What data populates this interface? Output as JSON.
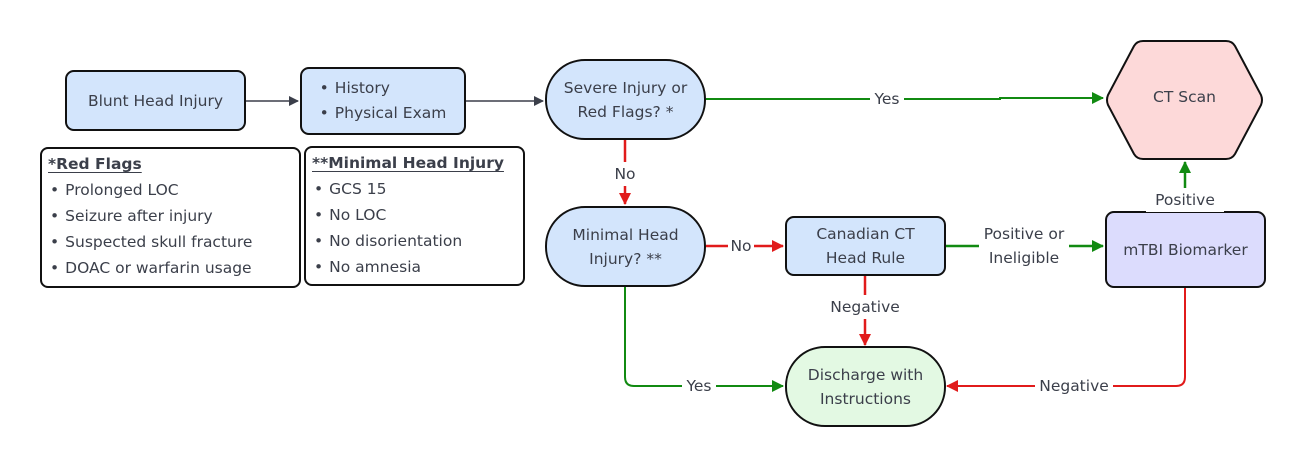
{
  "diagram": {
    "nodes": {
      "blunt_head_injury": {
        "label": "Blunt Head Injury"
      },
      "assessment": {
        "items": [
          "History",
          "Physical Exam"
        ]
      },
      "severe_injury": {
        "line1": "Severe Injury or",
        "line2": "Red Flags? *"
      },
      "ct_scan": {
        "label": "CT Scan"
      },
      "minimal_head_injury_q": {
        "line1": "Minimal Head",
        "line2": "Injury? **"
      },
      "canadian_ct": {
        "line1": "Canadian CT",
        "line2": "Head Rule"
      },
      "mtbi_biomarker": {
        "label": "mTBI Biomarker"
      },
      "discharge": {
        "line1": "Discharge with",
        "line2": "Instructions"
      }
    },
    "notes": {
      "red_flags": {
        "title": "*Red Flags",
        "items": [
          "Prolonged LOC",
          "Seizure after injury",
          "Suspected skull fracture",
          "DOAC or warfarin usage"
        ]
      },
      "minimal_head_injury": {
        "title": "**Minimal Head Injury",
        "items": [
          "GCS 15",
          "No LOC",
          "No disorientation",
          "No amnesia"
        ]
      }
    },
    "edge_labels": {
      "severe_yes": "Yes",
      "severe_no": "No",
      "minimal_no": "No",
      "minimal_yes": "Yes",
      "ccthr_positive_line1": "Positive or",
      "ccthr_positive_line2": "Ineligible",
      "ccthr_negative": "Negative",
      "biomarker_positive": "Positive",
      "biomarker_negative": "Negative"
    },
    "colors": {
      "yes_edge": "#118a11",
      "no_edge": "#e11b1b",
      "neutral_edge": "#3b3f4a",
      "node_blue": "#d3e5fc",
      "node_lavender": "#dcdcfd",
      "node_green": "#e3f9e3",
      "node_red": "#fdd9d9"
    }
  }
}
